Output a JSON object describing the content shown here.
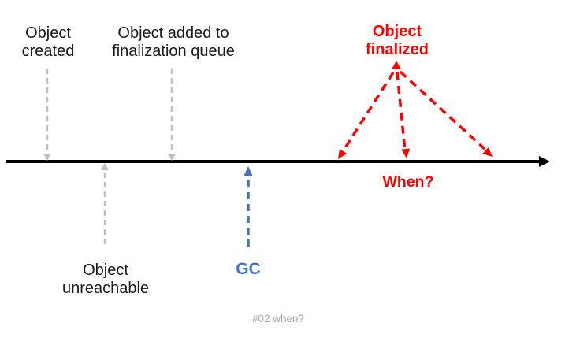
{
  "diagram": {
    "labels": {
      "object_created": "Object created",
      "finalization_queue": "Object added to finalization queue",
      "object_unreachable": "Object unreachable",
      "gc": "GC",
      "object_finalized": "Object finalized",
      "when": "When?"
    },
    "footer": "#02 when?",
    "colors": {
      "timeline_black": "#000000",
      "neutral_arrow_gray": "#bfbfbf",
      "gc_blue": "#4472c4",
      "finalized_red": "#fe0000",
      "footer_gray": "#a2a9b1",
      "label_text": "#1a1a1a"
    },
    "arrows": [
      {
        "name": "timeline",
        "style": "solid",
        "color": "#000000",
        "direction": "right"
      },
      {
        "name": "object-created-arrow",
        "style": "dashed",
        "color": "#bfbfbf",
        "direction": "down"
      },
      {
        "name": "finalization-queue-arrow",
        "style": "dashed",
        "color": "#bfbfbf",
        "direction": "down"
      },
      {
        "name": "object-unreachable-arrow",
        "style": "dashed",
        "color": "#bfbfbf",
        "direction": "up"
      },
      {
        "name": "gc-arrow",
        "style": "dashed",
        "color": "#4472c4",
        "direction": "up"
      },
      {
        "name": "object-finalized-fan",
        "style": "dashed",
        "color": "#fe0000",
        "direction": "fan: one up to label, three down to timeline"
      }
    ]
  }
}
